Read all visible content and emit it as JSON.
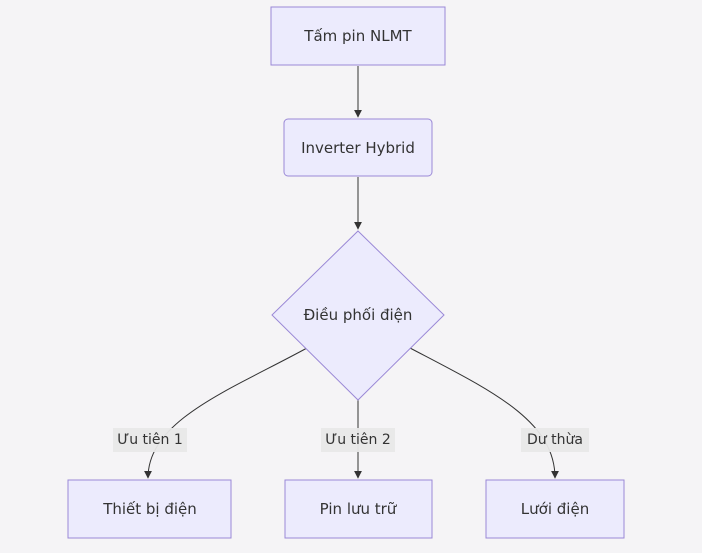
{
  "nodes": {
    "solar_panel": "Tấm pin NLMT",
    "inverter": "Inverter Hybrid",
    "dispatch": "Điều phối điện",
    "devices": "Thiết bị điện",
    "battery": "Pin lưu trữ",
    "grid": "Lưới điện"
  },
  "edges": {
    "priority_1": "Ưu tiên 1",
    "priority_2": "Ưu tiên 2",
    "surplus": "Dư thừa"
  },
  "colors": {
    "node_fill": "#ecebfd",
    "node_stroke": "#9a88d6",
    "edge": "#333333",
    "background": "#f5f4f6"
  }
}
